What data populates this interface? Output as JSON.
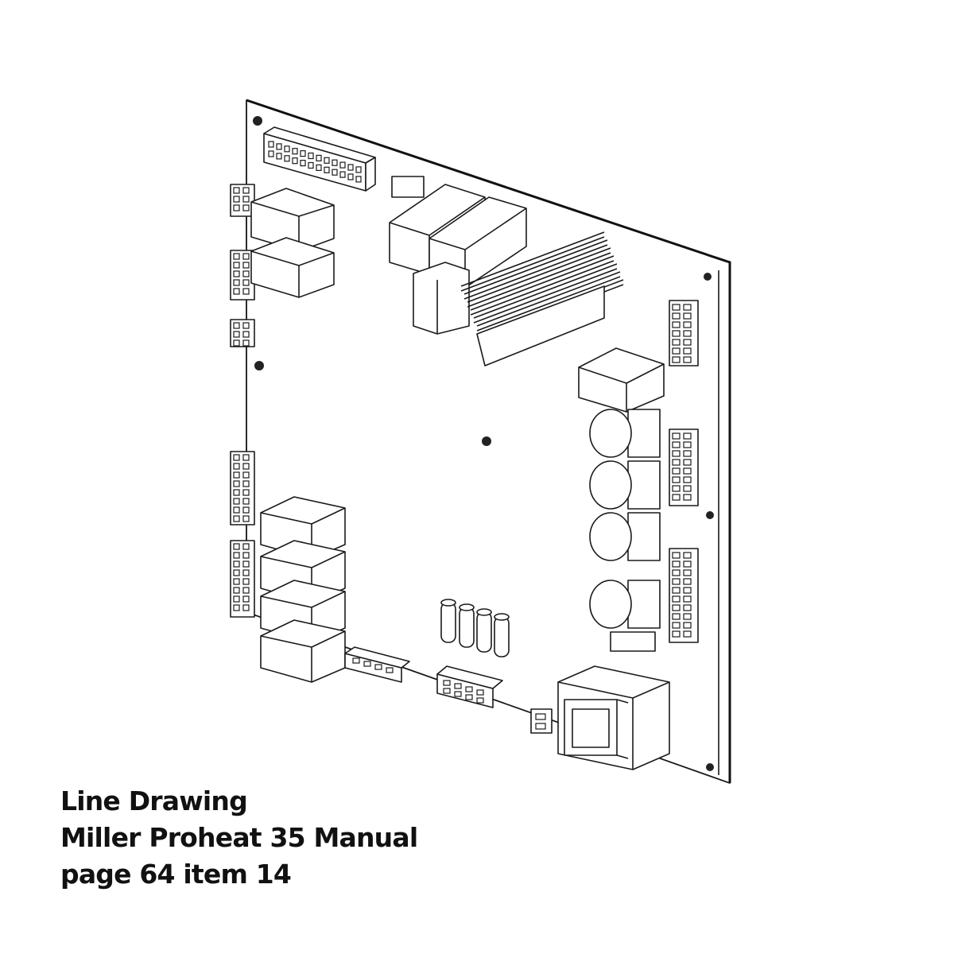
{
  "caption": {
    "line1": "Line Drawing",
    "line2": "Miller Proheat 35 Manual",
    "line3": "page 64 item 14"
  },
  "colors": {
    "background": "#ffffff",
    "ink": "#1a1a1a"
  }
}
